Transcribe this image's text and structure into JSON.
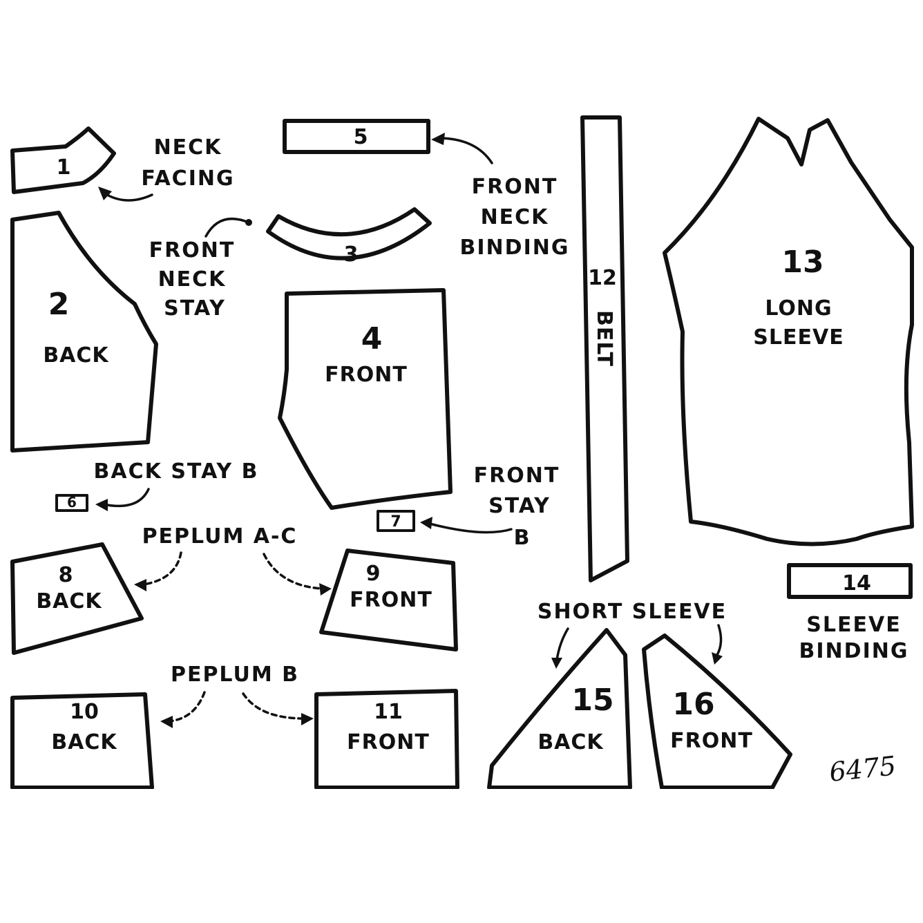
{
  "pieces": [
    {
      "num": "1"
    },
    {
      "num": "2",
      "name": "BACK"
    },
    {
      "num": "3"
    },
    {
      "num": "4",
      "name": "FRONT"
    },
    {
      "num": "5"
    },
    {
      "num": "6"
    },
    {
      "num": "7"
    },
    {
      "num": "8",
      "name": "BACK"
    },
    {
      "num": "9",
      "name": "FRONT"
    },
    {
      "num": "10",
      "name": "BACK"
    },
    {
      "num": "11",
      "name": "FRONT"
    },
    {
      "num": "12",
      "name": "BELT"
    },
    {
      "num": "13",
      "name": "LONG",
      "name2": "SLEEVE"
    },
    {
      "num": "14"
    },
    {
      "num": "15",
      "name": "BACK"
    },
    {
      "num": "16",
      "name": "FRONT"
    }
  ],
  "callouts": {
    "neck_facing": [
      "NECK",
      "FACING"
    ],
    "front_neck_stay": [
      "FRONT",
      "NECK",
      "STAY"
    ],
    "front_neck_binding": [
      "FRONT",
      "NECK",
      "BINDING"
    ],
    "back_stay": "BACK STAY B",
    "front_stay": [
      "FRONT",
      "STAY",
      "B"
    ],
    "peplum_ac": "PEPLUM A-C",
    "peplum_b": "PEPLUM B",
    "short_sleeve": "SHORT SLEEVE",
    "sleeve_binding": [
      "SLEEVE",
      "BINDING"
    ]
  },
  "pattern_number": "6475"
}
